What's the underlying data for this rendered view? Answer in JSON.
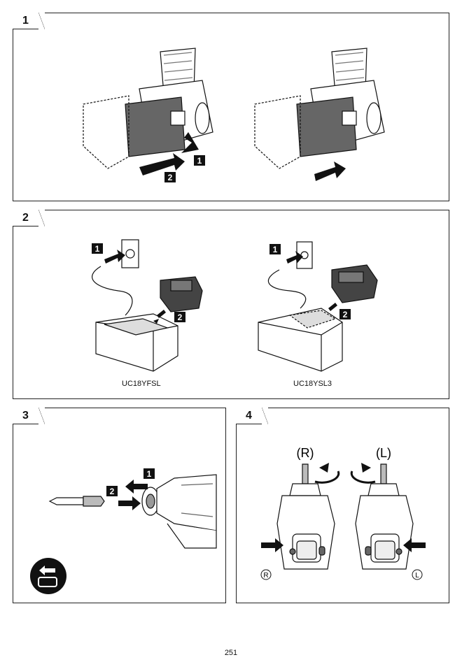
{
  "panels": [
    {
      "number": "1"
    },
    {
      "number": "2",
      "captions": [
        "UC18YFSL",
        "UC18YSL3"
      ]
    },
    {
      "number": "3"
    },
    {
      "number": "4"
    }
  ],
  "step_labels": {
    "one": "1",
    "two": "2"
  },
  "rotation_labels": {
    "right_top": "(R)",
    "left_top": "(L)",
    "right_mark": "R",
    "left_mark": "L"
  },
  "page_number": "251",
  "icons": [
    "battery-pack-icon",
    "charger-icon",
    "plug-icon",
    "drill-bit-icon",
    "impact-driver-icon",
    "rotation-arrow-icon",
    "removal-symbol-icon"
  ]
}
